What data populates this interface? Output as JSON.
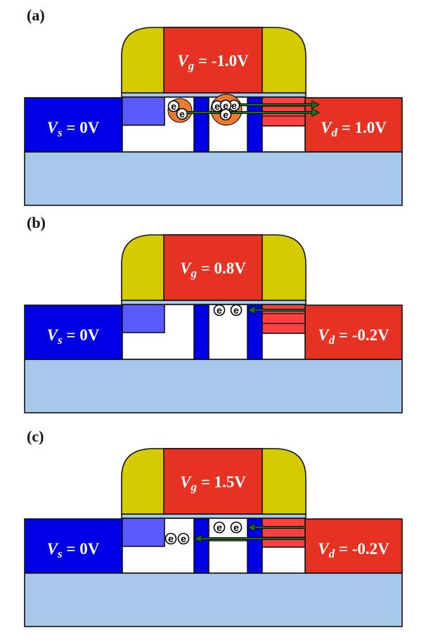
{
  "figure": {
    "description": "MOSFET cross-section schematics under three bias conditions",
    "colors": {
      "source": "#0000E6",
      "drain": "#E53222",
      "gate": "#E53222",
      "spacer": "#D4CC00",
      "substrate": "#A8C8EA",
      "gate_oxide": "#A8C8EA",
      "source_extension": "#5A5AFF",
      "drain_extension": "#FF4040",
      "barrier": "#0000E6",
      "trap_halo": "#EE7A30",
      "arrow": "#1E6B1E",
      "outline": "#111111"
    },
    "panels": [
      {
        "label": "(a)",
        "gate": {
          "symbol": "V",
          "sub": "g",
          "value": " = -1.0V"
        },
        "source": {
          "symbol": "V",
          "sub": "s",
          "value": " = 0V"
        },
        "drain": {
          "symbol": "V",
          "sub": "d",
          "value": " = 1.0V"
        },
        "electron_symbol": "e",
        "electron_groups": [
          {
            "halo": true,
            "count": 2
          },
          {
            "halo": true,
            "count": 4
          }
        ],
        "arrows": [
          {
            "direction": "to-drain",
            "from": "channel-right",
            "lane": "upper"
          },
          {
            "direction": "to-drain",
            "from": "channel-left",
            "lane": "lower"
          }
        ]
      },
      {
        "label": "(b)",
        "gate": {
          "symbol": "V",
          "sub": "g",
          "value": " = 0.8V"
        },
        "source": {
          "symbol": "V",
          "sub": "s",
          "value": " = 0V"
        },
        "drain": {
          "symbol": "V",
          "sub": "d",
          "value": " = -0.2V"
        },
        "electron_symbol": "e",
        "electron_groups": [
          {
            "halo": false,
            "count": 2
          }
        ],
        "arrows": [
          {
            "direction": "to-channel",
            "from": "drain",
            "lane": "upper"
          }
        ]
      },
      {
        "label": "(c)",
        "gate": {
          "symbol": "V",
          "sub": "g",
          "value": " = 1.5V"
        },
        "source": {
          "symbol": "V",
          "sub": "s",
          "value": " = 0V"
        },
        "drain": {
          "symbol": "V",
          "sub": "d",
          "value": " = -0.2V"
        },
        "electron_symbol": "e",
        "electron_groups": [
          {
            "halo": false,
            "count": 2
          },
          {
            "halo": false,
            "count": 2
          }
        ],
        "arrows": [
          {
            "direction": "to-channel",
            "from": "drain",
            "lane": "upper"
          },
          {
            "direction": "to-channel",
            "from": "drain",
            "lane": "lower"
          }
        ]
      }
    ]
  }
}
